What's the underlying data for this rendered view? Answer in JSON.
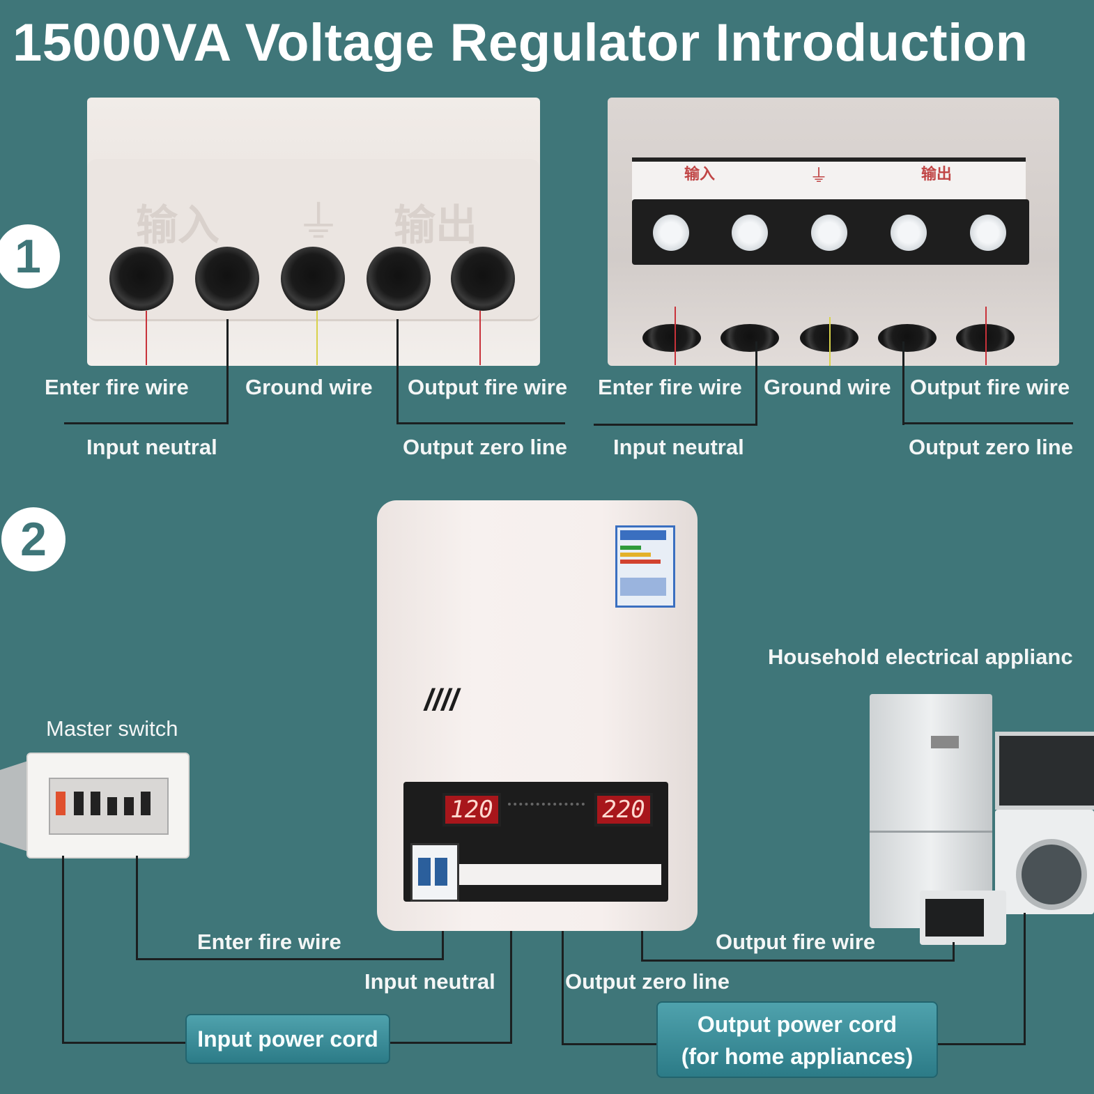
{
  "title": "15000VA Voltage Regulator Introduction",
  "steps": {
    "one": "1",
    "two": "2"
  },
  "terminal_labels_left": {
    "enter_fire": "Enter fire wire",
    "ground": "Ground wire",
    "output_fire": "Output fire wire",
    "input_neutral": "Input neutral",
    "output_zero": "Output zero line"
  },
  "terminal_labels_right": {
    "enter_fire": "Enter fire wire",
    "ground": "Ground wire",
    "output_fire": "Output fire wire",
    "input_neutral": "Input neutral",
    "output_zero": "Output zero line"
  },
  "panel_marks": {
    "input": "输入",
    "ground": "⏚",
    "output": "输出"
  },
  "wiring": {
    "master_switch": "Master switch",
    "household": "Household electrical applianc",
    "enter_fire": "Enter fire wire",
    "input_neutral": "Input neutral",
    "output_fire": "Output fire wire",
    "output_zero": "Output zero line",
    "input_cord": "Input power cord",
    "output_cord_line1": "Output power cord",
    "output_cord_line2": "(for home appliances)"
  },
  "display": {
    "input_voltage": "120",
    "output_voltage": "220"
  },
  "colors": {
    "background": "#3f7679",
    "fire_wire": "#c8323a",
    "ground_wire": "#d8d24a",
    "cord_box": "#3d8f9b"
  }
}
